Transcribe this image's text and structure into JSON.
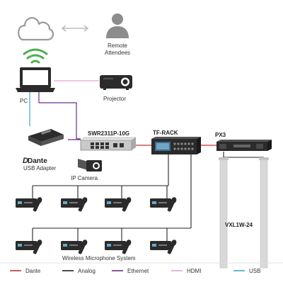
{
  "labels": {
    "remote_attendees_line1": "Remote",
    "remote_attendees_line2": "Attendees",
    "pc": "PC",
    "projector": "Projector",
    "dante_logo": "Dante",
    "usb_adapter": "USB Adapter",
    "ip_camera": "IP Camera",
    "switch": "SWR2311P-10G",
    "tf_rack": "TF-RACK",
    "px3": "PX3",
    "speaker": "VXL1W-24",
    "wireless_mic": "Wireless Microphone System"
  },
  "legend": [
    {
      "label": "Dante",
      "color": "#c62d3a"
    },
    {
      "label": "Analog",
      "color": "#222222"
    },
    {
      "label": "Ethernet",
      "color": "#6a2c91"
    },
    {
      "label": "HDMI",
      "color": "#e7a0d6"
    },
    {
      "label": "USB",
      "color": "#3aa6c9"
    }
  ],
  "colors": {
    "wifi": "#4caf50",
    "cloud": "#9a9a9a",
    "person": "#8c8c8c",
    "device_dark": "#2b2b2b",
    "device_light": "#c9c9c9"
  }
}
